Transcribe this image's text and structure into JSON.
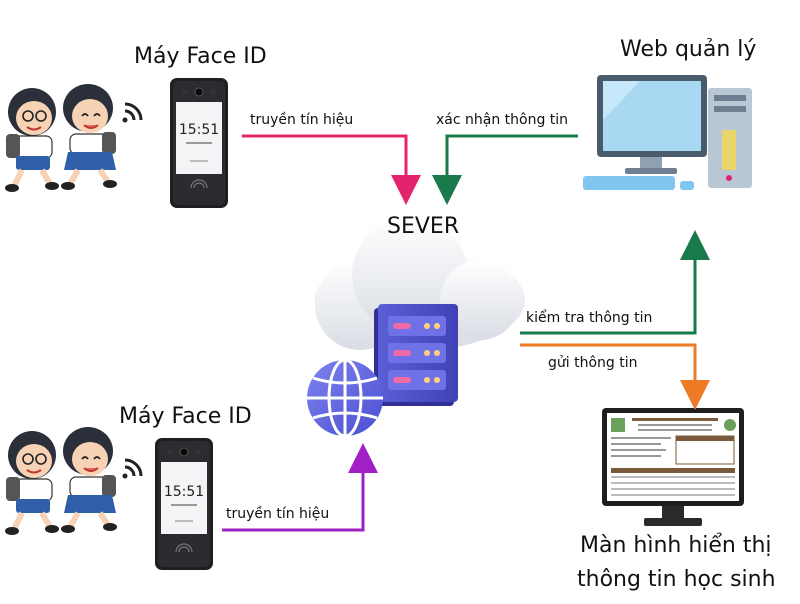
{
  "diagram": {
    "nodes": {
      "face_id_top": {
        "label": "Máy Face ID"
      },
      "face_id_bottom": {
        "label": "Máy Face ID"
      },
      "web": {
        "label": "Web quản lý"
      },
      "server": {
        "label": "SEVER"
      },
      "screen": {
        "label_line1": "Màn hình hiển thị",
        "label_line2": "thông tin học sinh"
      }
    },
    "edges": {
      "top_signal": {
        "label": "truyền tín hiệu",
        "color": "#e3236b"
      },
      "web_confirm": {
        "label": "xác nhận thông tin",
        "color": "#1a7a4c"
      },
      "check_info": {
        "label": "kiểm tra thông tin",
        "color": "#1a7a4c"
      },
      "send_info": {
        "label": "gửi thông tin",
        "color": "#ef7a26"
      },
      "bottom_signal": {
        "label": "truyền tín hiệu",
        "color": "#a020c4"
      }
    },
    "devices": {
      "clock_time": "15:51"
    }
  }
}
